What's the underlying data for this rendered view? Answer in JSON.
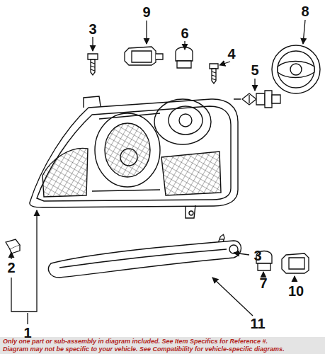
{
  "diagram": {
    "labels": [
      "3",
      "9",
      "6",
      "4",
      "8",
      "5",
      "2",
      "7",
      "10",
      "1",
      "3",
      "11",
      "Only one part or sub-assembly in diagram included. See Item Specifics for Reference #.",
      "Diagram may not be specific to your vehicle. See Compatibility for vehicle-specific diagrams."
    ]
  }
}
